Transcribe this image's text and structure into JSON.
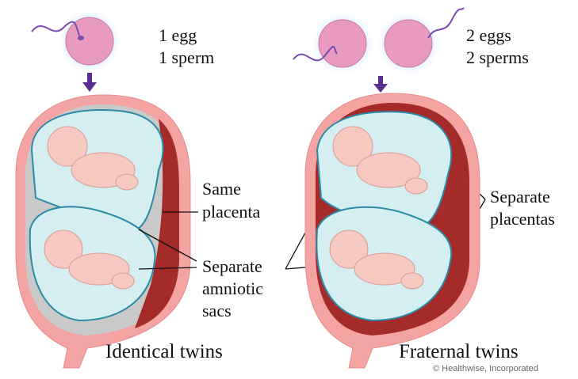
{
  "title": "Identical vs. fraternal twins",
  "identical": {
    "egg_label": "1 egg",
    "sperm_label": "1 sperm",
    "placenta_label_1": "Same",
    "placenta_label_2": "placenta",
    "sacs_label_1": "Separate",
    "sacs_label_2": "amniotic",
    "sacs_label_3": "sacs",
    "caption": "Identical twins"
  },
  "fraternal": {
    "egg_label": "2 eggs",
    "sperm_label": "2 sperms",
    "placenta_label_1": "Separate",
    "placenta_label_2": "placentas",
    "caption": "Fraternal twins"
  },
  "copyright": "© Healthwise, Incorporated",
  "colors": {
    "uterus": "#f4a3a3",
    "placenta": "#a52a2a",
    "sac": "#d4eef2",
    "egg": "#e89ac0",
    "arrow": "#5a2d91",
    "sperm": "#7a4bb0"
  }
}
